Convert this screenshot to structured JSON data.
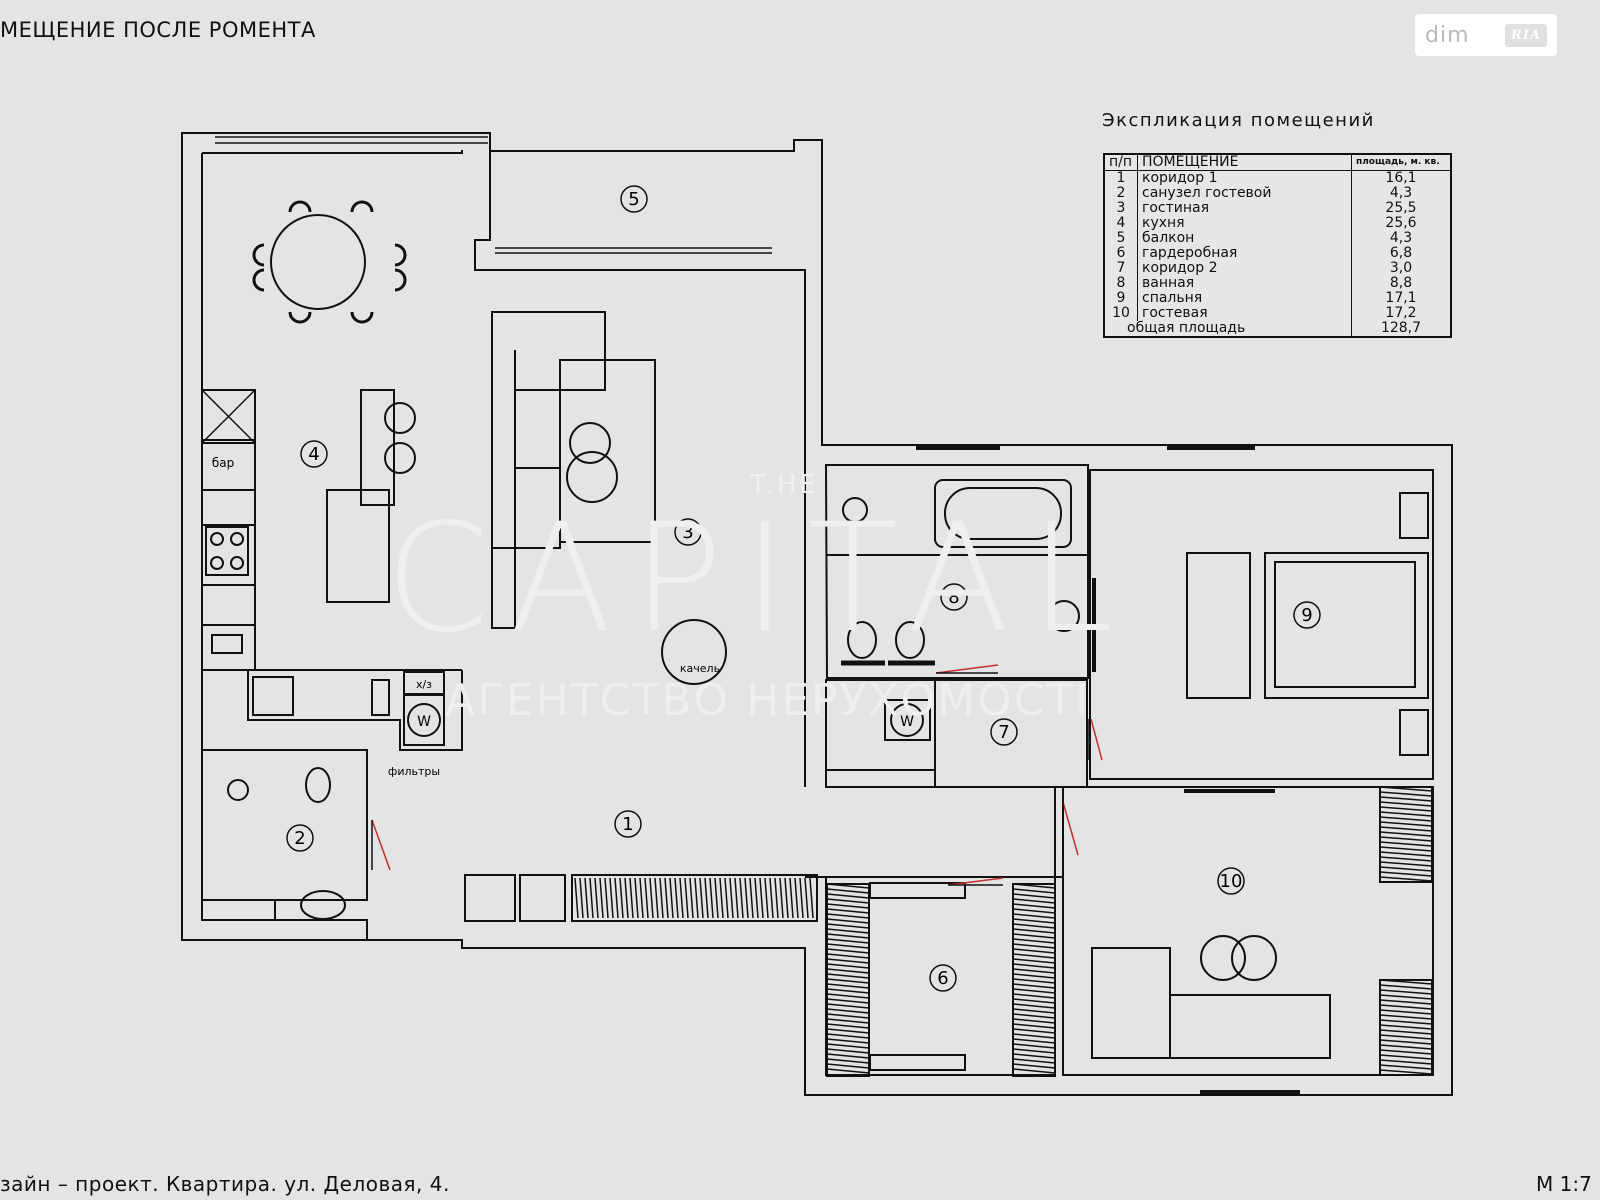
{
  "header": {
    "title": "МЕЩЕНИЕ ПОСЛЕ РОМЕНТА"
  },
  "logo": {
    "left": "dim",
    "right": "RIA"
  },
  "watermark": {
    "top": "T.HE",
    "main": "CAPITAL",
    "sub": "АГЕНТСТВО НЕРУХОМОСТІ"
  },
  "explication": {
    "title": "Экспликация помещений",
    "headers": {
      "n": "п/п",
      "name": "ПОМЕЩЕНИЕ",
      "area": "площадь, м. кв."
    },
    "rows": [
      {
        "n": "1",
        "name": "коридор 1",
        "area": "16,1"
      },
      {
        "n": "2",
        "name": "санузел гостевой",
        "area": "4,3"
      },
      {
        "n": "3",
        "name": "гостиная",
        "area": "25,5"
      },
      {
        "n": "4",
        "name": "кухня",
        "area": "25,6"
      },
      {
        "n": "5",
        "name": "балкон",
        "area": "4,3"
      },
      {
        "n": "6",
        "name": "гардеробная",
        "area": "6,8"
      },
      {
        "n": "7",
        "name": "коридор 2",
        "area": "3,0"
      },
      {
        "n": "8",
        "name": "ванная",
        "area": "8,8"
      },
      {
        "n": "9",
        "name": "спальня",
        "area": "17,1"
      },
      {
        "n": "10",
        "name": "гостевая",
        "area": "17,2"
      }
    ],
    "total": {
      "label": "общая площадь",
      "area": "128,7"
    }
  },
  "plan": {
    "room_numbers": [
      "1",
      "2",
      "3",
      "4",
      "5",
      "6",
      "7",
      "8",
      "9",
      "10"
    ],
    "labels": {
      "bar": "бар",
      "swing": "качель",
      "fridge": "х/з",
      "filters": "фильтры",
      "washer": "W",
      "washer2": "W"
    }
  },
  "footer": {
    "left": "зайн – проект.  Квартира.  ул. Деловая, 4.",
    "right": "М 1:7"
  }
}
